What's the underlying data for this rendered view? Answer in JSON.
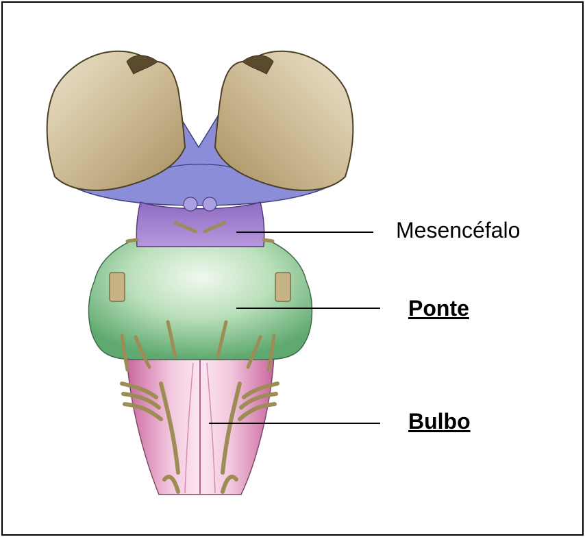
{
  "labels": {
    "mesencefalo": "Mesencéfalo",
    "ponte": "Ponte",
    "bulbo": "Bulbo"
  },
  "colors": {
    "cerebral_tan": "#c9b58f",
    "midbrain_blue": "#8f8fd6",
    "midbrain_purple": "#a98bd0",
    "pons_green": "#8ec99a",
    "medulla_pink": "#e6a6cd",
    "nerve_olive": "#a9995f",
    "leader_line": "#000000"
  }
}
